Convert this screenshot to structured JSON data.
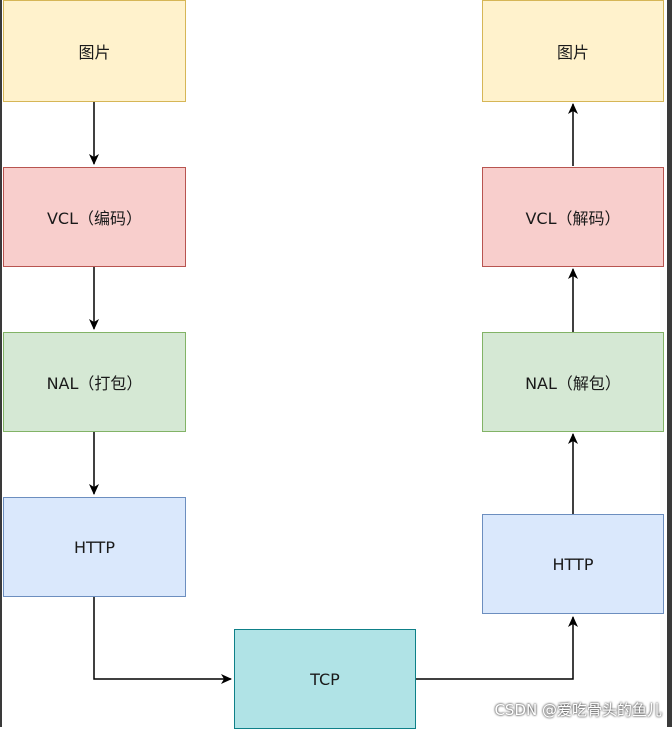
{
  "left_column": {
    "image": "图片",
    "encode": "VCL（编码）",
    "pack": "NAL（打包）",
    "http": "HTTP"
  },
  "right_column": {
    "image": "图片",
    "decode": "VCL（解码）",
    "unpack": "NAL（解包）",
    "http": "HTTP"
  },
  "bottom": {
    "tcp": "TCP"
  },
  "watermark": "CSDN @爱吃骨头的鱼儿"
}
